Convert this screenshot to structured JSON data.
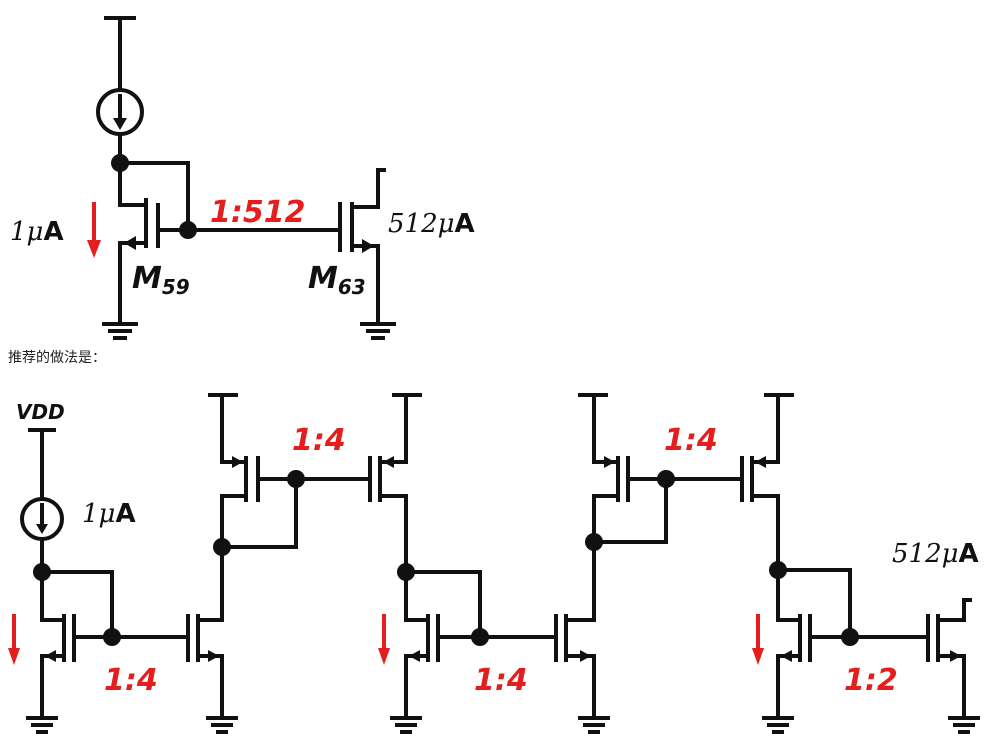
{
  "top_circuit": {
    "ratio": "1:512",
    "input_current": {
      "value": "1",
      "unit": "A"
    },
    "output_current": {
      "value": "512",
      "unit": "A"
    },
    "mu": "μ",
    "m_left": {
      "name": "M",
      "sub": "59"
    },
    "m_right": {
      "name": "M",
      "sub": "63"
    }
  },
  "caption": "推荐的做法是：",
  "bottom_circuit": {
    "supply_label": "VDD",
    "input_current": {
      "value": "1",
      "unit": "A"
    },
    "output_current": {
      "value": "512",
      "unit": "A"
    },
    "mu": "μ",
    "ratios": [
      "1:4",
      "1:4",
      "1:4",
      "1:4",
      "1:2"
    ]
  },
  "colors": {
    "wire": "#111111",
    "accent": "#e41d1d",
    "background": "#ffffff"
  }
}
